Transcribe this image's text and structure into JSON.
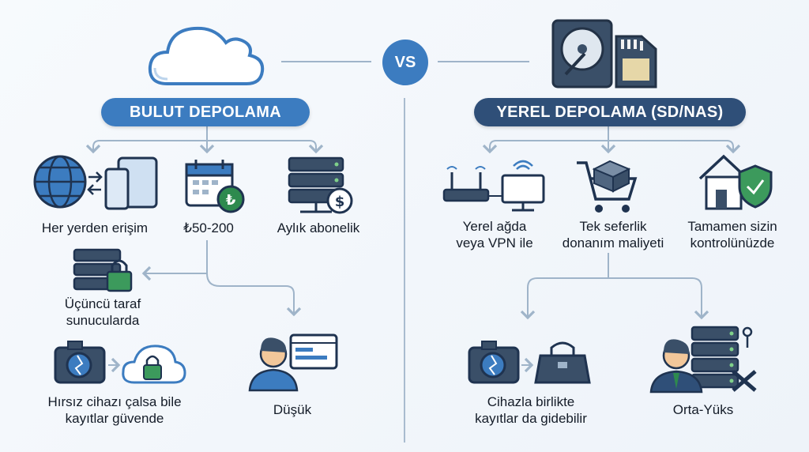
{
  "vs_label": "VS",
  "left": {
    "title": "BULUT DEPOLAMA",
    "features": [
      {
        "label": "Her yerden erişim",
        "icon": "globe-devices-icon"
      },
      {
        "label": "₺50-200",
        "icon": "calendar-lira-icon"
      },
      {
        "label": "Aylık abonelik",
        "icon": "server-dollar-icon"
      }
    ],
    "storage": {
      "line1": "Üçüncü taraf",
      "line2": "sunucularda",
      "icon": "server-lock-icon"
    },
    "theft": {
      "line1": "Hırsız cihazı çalsa bile",
      "line2": "kayıtlar güvende",
      "icon": "camera-cloud-lock-icon"
    },
    "level": {
      "label": "Düşük",
      "icon": "person-browser-icon"
    }
  },
  "right": {
    "title": "YEREL DEPOLAMA (SD/NAS)",
    "features": [
      {
        "line1": "Yerel ağda",
        "line2": "veya VPN ile",
        "icon": "router-monitor-icon"
      },
      {
        "line1": "Tek seferlik",
        "line2": "donanım maliyeti",
        "icon": "cart-hardware-icon"
      },
      {
        "line1": "Tamamen sizin",
        "line2": "kontrolünüzde",
        "icon": "house-shield-icon"
      }
    ],
    "theft": {
      "line1": "Cihazla birlikte",
      "line2": "kayıtlar da gidebilir",
      "icon": "camera-bag-icon"
    },
    "level": {
      "label": "Orta-Yüks",
      "icon": "technician-server-icon"
    }
  }
}
